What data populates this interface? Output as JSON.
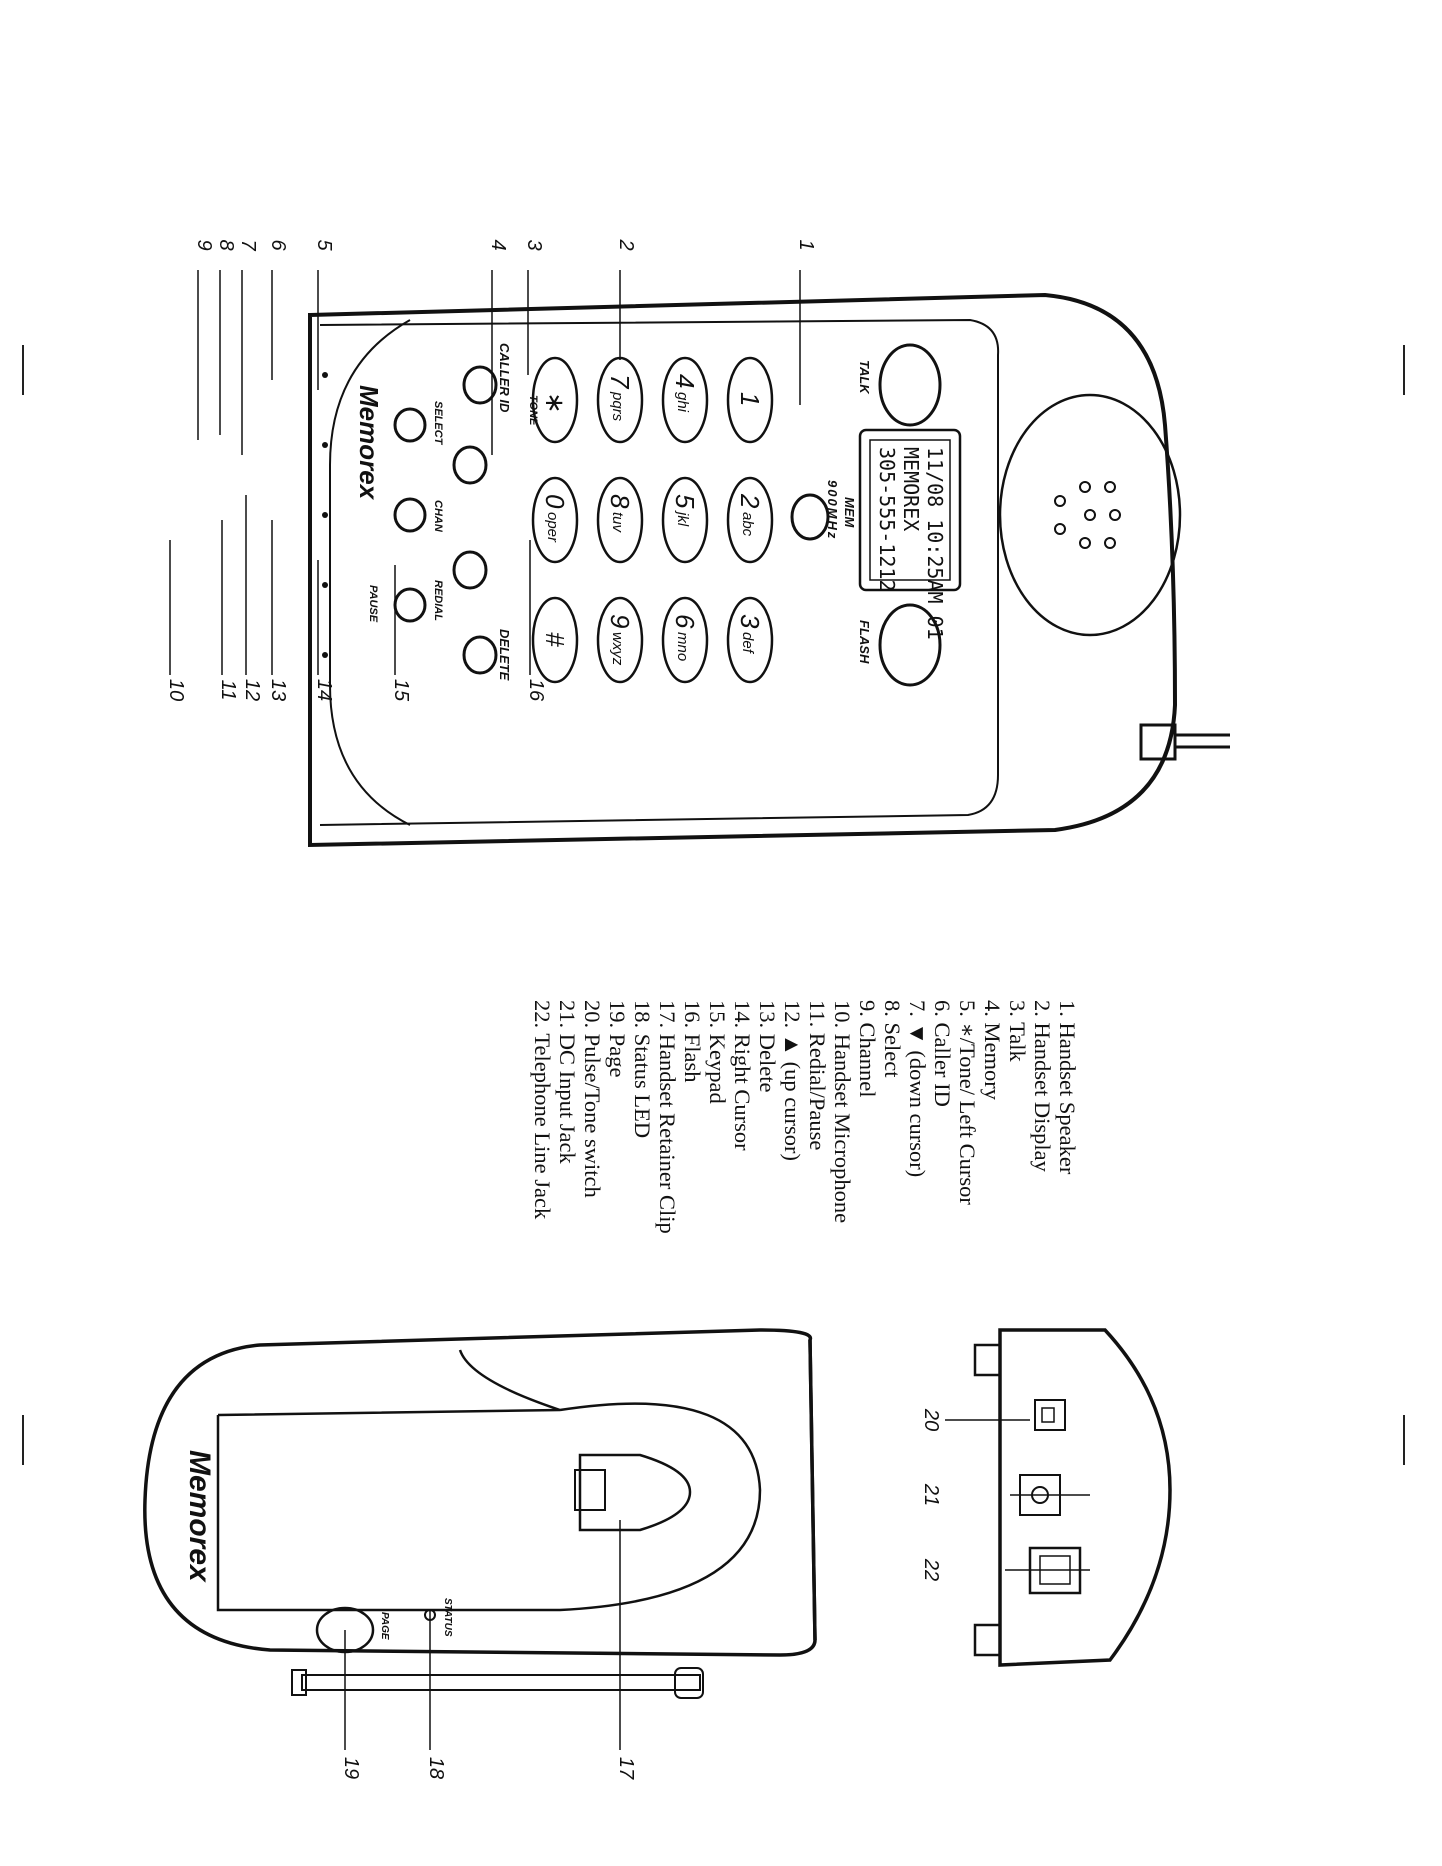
{
  "legend": {
    "items": [
      {
        "num": "1.",
        "label": "Handset Speaker"
      },
      {
        "num": "2.",
        "label": "Handset Display"
      },
      {
        "num": "3.",
        "label": "Talk"
      },
      {
        "num": "4.",
        "label": "Memory"
      },
      {
        "num": "5.",
        "label": "∗/Tone/ Left Cursor"
      },
      {
        "num": "6.",
        "label": "Caller ID"
      },
      {
        "num": "7.",
        "label": "▼ (down cursor)"
      },
      {
        "num": "8.",
        "label": "Select"
      },
      {
        "num": "9.",
        "label": "Channel"
      },
      {
        "num": "10.",
        "label": "Handset Microphone"
      },
      {
        "num": "11.",
        "label": "Redial/Pause"
      },
      {
        "num": "12.",
        "label": "▲ (up cursor)"
      },
      {
        "num": "13.",
        "label": "Delete"
      },
      {
        "num": "14.",
        "label": "Right Cursor"
      },
      {
        "num": "15.",
        "label": "Keypad"
      },
      {
        "num": "16.",
        "label": "Flash"
      },
      {
        "num": "17.",
        "label": "Handset Retainer Clip"
      },
      {
        "num": "18.",
        "label": "Status LED"
      },
      {
        "num": "19.",
        "label": "Page"
      },
      {
        "num": "20.",
        "label": "Pulse/Tone switch"
      },
      {
        "num": "21.",
        "label": "DC Input Jack"
      },
      {
        "num": "22.",
        "label": "Telephone Line Jack"
      }
    ]
  },
  "handset": {
    "display_line1": "11/08 10:25AM 01",
    "display_line2": "MEMOREX",
    "display_line3": "305-555-1212",
    "brand": "Memorex",
    "model": "900MHz",
    "buttons": {
      "talk": "TALK",
      "mem": "MEM",
      "flash": "FLASH",
      "caller_id": "CALLER ID",
      "select": "SELECT",
      "chan": "CHAN",
      "redial": "REDIAL",
      "pause": "PAUSE",
      "delete": "DELETE",
      "tone": "TONE"
    },
    "keys": [
      {
        "digit": "1",
        "letters": ""
      },
      {
        "digit": "2",
        "letters": "abc"
      },
      {
        "digit": "3",
        "letters": "def"
      },
      {
        "digit": "4",
        "letters": "ghi"
      },
      {
        "digit": "5",
        "letters": "jkl"
      },
      {
        "digit": "6",
        "letters": "mno"
      },
      {
        "digit": "7",
        "letters": "pqrs"
      },
      {
        "digit": "8",
        "letters": "tuv"
      },
      {
        "digit": "9",
        "letters": "wxyz"
      },
      {
        "digit": "∗",
        "letters": ""
      },
      {
        "digit": "0",
        "letters": "oper"
      },
      {
        "digit": "#",
        "letters": ""
      }
    ]
  },
  "callouts": {
    "n1": "1",
    "n2": "2",
    "n3": "3",
    "n4": "4",
    "n5": "5",
    "n6": "6",
    "n7": "7",
    "n8": "8",
    "n9": "9",
    "n10": "10",
    "n11": "11",
    "n12": "12",
    "n13": "13",
    "n14": "14",
    "n15": "15",
    "n16": "16",
    "n17": "17",
    "n18": "18",
    "n19": "19",
    "n20": "20",
    "n21": "21",
    "n22": "22"
  },
  "base": {
    "brand": "Memorex",
    "page_label": "PAGE",
    "status_label": "STATUS"
  }
}
